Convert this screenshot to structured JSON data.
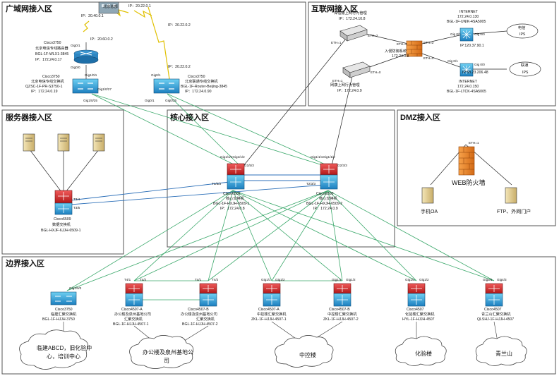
{
  "zones": {
    "wan": "广域网接入区",
    "internet": "互联网接入区",
    "server": "服务器接入区",
    "core": "核心接入区",
    "dmz": "DMZ接入区",
    "edge": "边界接入区"
  },
  "wan": {
    "hq": "北京总部",
    "link_ip_1": "IP：20.22.0.1",
    "link_ip_2": "IP：20.40.0.1",
    "link_ip_3": "IP：20.60.0.2",
    "link_ip_4": "IP：20.22.0.2",
    "link_ip_5": "IP：20.22.0.2",
    "router_port_top": "Gig0/1",
    "router_port_bottom": "Gig0/0",
    "router": {
      "name": "Cisco3750",
      "desc": "北京电信专线路由器",
      "host": "BGL-1F-WLX1-3845",
      "ip": "IP：172.24.0.17"
    },
    "switch1": {
      "name": "Cisco3750",
      "desc": "北京电信专线交换机",
      "host": "QZSC-1F-PR-S3750-1",
      "ip": "IP：172.24.0.19",
      "port_top": "Gig1/0/1",
      "port_right": "Gig1/0/27",
      "port_bottom": "Gig1/0/25"
    },
    "switch2": {
      "name": "Cisco3750",
      "desc": "北京联通专线交换机",
      "host": "BGL-1F-Router-Beijing-3845",
      "ip": "IP：172.24.0.90",
      "port_top": "Gig0/1",
      "port_bottom_left": "Gig0/1",
      "port_bottom_right": "Gig0/25"
    }
  },
  "internet": {
    "mgmt1": {
      "name": "深信服上网行为管理",
      "ip": "IP：172.24.10.8",
      "port_left": "ETH=1",
      "port_right": "ETH=2"
    },
    "mgmt2": {
      "name": "网康上网行为管理",
      "ip": "IP：172.24.0.9",
      "port_left": "ETH=1",
      "port_right": "ETH=0"
    },
    "firewall": {
      "name": "入侵防御系统",
      "ip": "172.24.0.8",
      "port_left": "ETH=3",
      "port_right_top": "ETH=2",
      "port_right_bottom": "ETH=4"
    },
    "router1": {
      "title": "INTERNET",
      "ip": "172.24.0.130",
      "host": "BGL-1F-UNIK-4SA5005",
      "port_left": "Gig 0/1",
      "port_right": "Gig 0/0",
      "link_ip": "IP:120.37.90.1"
    },
    "router2": {
      "title": "INTERNET",
      "ip": "172.24.0.150",
      "host": "BGL-1F-LTCK-4SA5005",
      "port_left": "Gig 0/1",
      "port_right": "Gig 0/0",
      "link_ip": "IP:58.23.206.48"
    },
    "isp1": {
      "name": "电信",
      "type": "IPS"
    },
    "isp2": {
      "name": "联通",
      "type": "IPS"
    }
  },
  "server": {
    "switch": {
      "name": "Cisco6509",
      "desc": "数据交换机",
      "host": "BGL-HXJF-6JJH-6509-1",
      "port_1": "T3/4",
      "port_2": "T3/5"
    }
  },
  "core": {
    "switch1": {
      "name": "Cisco6509",
      "desc": "核心交换机",
      "host": "BGL-1F-HXJH-6509-1",
      "ip": "IP：172.24.0.8",
      "port_top": "Gig1/1/1Gig1/1/2",
      "port_right": "G1/5/3",
      "port_left": "T1/3/3"
    },
    "switch2": {
      "name": "Cisco6509",
      "desc": "核心交换机",
      "host": "BGL-1F-HXJH-6509-2",
      "ip": "IP：172.24.0.9",
      "port_top": "Gig1/1/1Gig1/1/2",
      "port_right": "G2/3/3",
      "port_left": "T2/3/3"
    }
  },
  "dmz": {
    "firewall": {
      "name": "WEB防火墙",
      "port": "ETH=1"
    },
    "server_oa": "手机OA",
    "server_ftp": "FTP、外网门户"
  },
  "edge": {
    "sw_linjian": {
      "name": "Cisco3750",
      "desc": "临建汇聚交换机",
      "host": "BGL-1F-HJJH-3750",
      "port": "Gig1/0/2"
    },
    "sw_office1": {
      "name": "Cisco4507-A",
      "desc": "办公楼及泉州基地公司",
      "role": "汇聚交换机",
      "host": "BGL-1F-HJJH-4507-1",
      "port_left": "T4/1",
      "port_right": "T4/2"
    },
    "sw_office2": {
      "name": "Cisco4507-B",
      "desc": "办公楼及泉州基地公司",
      "role": "汇聚交换机",
      "host": "BGL-1F-HJJH-4507-2",
      "port_left": "T4/1",
      "port_right": "T4/2"
    },
    "sw_zk1": {
      "name": "Cisco4507-A",
      "desc": "中控楼汇聚交换机",
      "host": "ZKL-1F-HJJH-4507-1",
      "port_left": "Gig1/1",
      "port_right": "Gig1/2"
    },
    "sw_zk2": {
      "name": "Cisco4507-B",
      "desc": "中控楼汇聚交换机",
      "host": "ZKL-1F-HJJH-4507-2",
      "port_left": "Gig1/1",
      "port_right": "Gig1/2"
    },
    "sw_huayan": {
      "name": "Cisco4507",
      "desc": "化验楼汇聚交换机",
      "host": "HYL-1F-HJJH-4507",
      "port_left": "Gig1/1",
      "port_right": "Gig1/2"
    },
    "sw_qls": {
      "name": "Cisco4507",
      "desc": "青兰山汇聚交换机",
      "host": "QLSHJ-1F-HJJH-4507",
      "port_left": "Gig3/1",
      "port_right": "Gig4/3"
    },
    "clouds": [
      {
        "line1": "临建ABCD，旧化验中",
        "line2": "心，培训中心"
      },
      {
        "line1": "办公楼及泉州基地公",
        "line2": "司"
      },
      {
        "line1": "中控楼"
      },
      {
        "line1": "化验楼"
      },
      {
        "line1": "青兰山"
      }
    ]
  }
}
